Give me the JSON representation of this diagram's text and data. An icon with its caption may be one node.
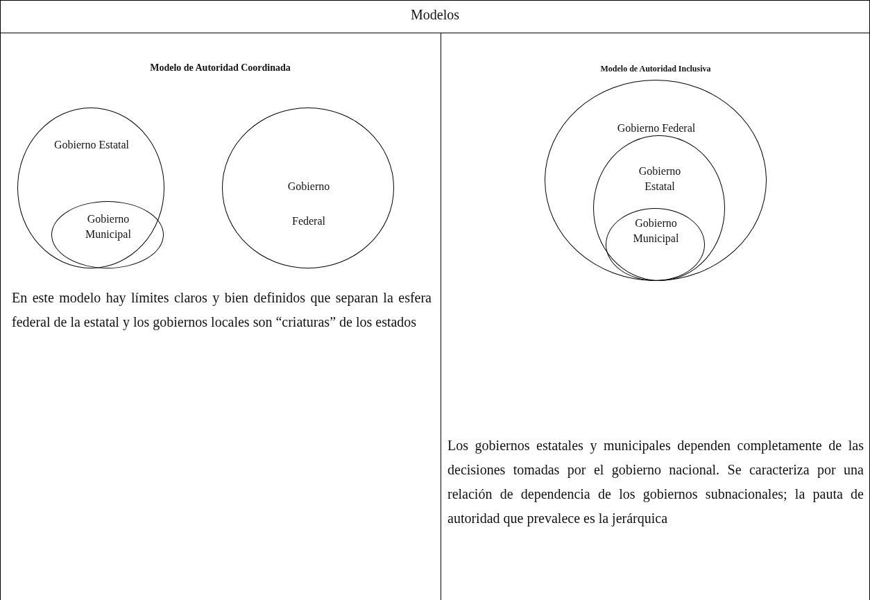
{
  "diagram": {
    "nodes": [
      {
        "text": [
          "Gobierno Estatal"
        ]
      },
      {
        "text": [
          "Gobierno Municipal"
        ],
        "in": 0
      },
      {
        "text": [
          "Gobierno Federal"
        ]
      },
      {
        "text": [
          "Gobierno Federal"
        ]
      },
      {
        "text": [
          "Gobierno Estatal"
        ],
        "in": 3
      },
      {
        "text": [
          "Gobierno Municipal"
        ],
        "in": 4
      }
    ],
    "edges": [],
    "labels": [
      "Modelos",
      "Modelo de Autoridad Coordinada",
      "Modelo de Autoridad Inclusiva",
      "En este modelo hay límites claros y bien definidos que separan la esfera federal de la estatal y los gobiernos locales son “criaturas” de los estados",
      "Los gobiernos estatales y municipales dependen completamente de las decisiones tomadas por el gobierno nacional. Se caracteriza por una relación de dependencia de los gobiernos subnacionales; la pauta de autoridad que prevalece es la jerárquica"
    ]
  }
}
